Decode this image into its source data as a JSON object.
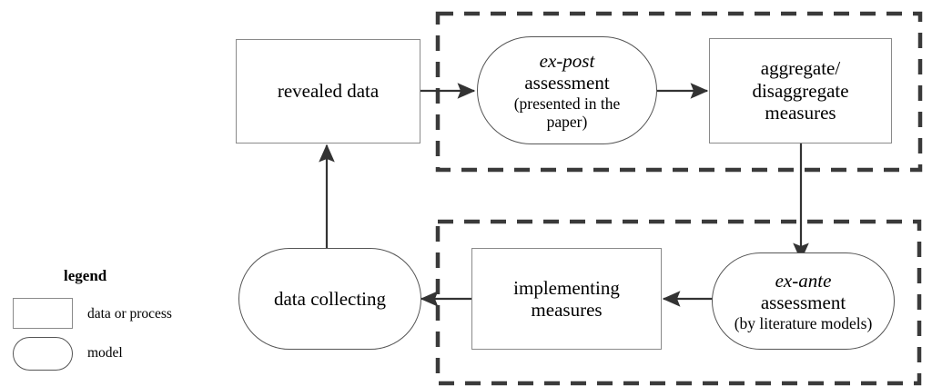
{
  "diagram": {
    "title": "ex-post / ex-ante assessment workflow",
    "colors": {
      "stroke": "#333333",
      "node_border": "#8a8a8a",
      "stadium_border": "#555555",
      "dashed_border": "#3a3a3a",
      "background": "#ffffff",
      "text": "#000000"
    },
    "nodes": {
      "revealed_data": {
        "label": "revealed data",
        "shape": "rectangle",
        "type": "data or process"
      },
      "ex_post": {
        "line1": "ex-post",
        "line2": "assessment",
        "line3": "(presented in the",
        "line4": "paper)",
        "shape": "stadium",
        "type": "model"
      },
      "aggregate_measures": {
        "line1": "aggregate/",
        "line2": "disaggregate",
        "line3": "measures",
        "shape": "rectangle",
        "type": "data or process"
      },
      "ex_ante": {
        "line1": "ex-ante",
        "line2": "assessment",
        "line3": "(by literature models)",
        "shape": "stadium",
        "type": "model"
      },
      "implementing_measures": {
        "line1": "implementing",
        "line2": "measures",
        "shape": "rectangle",
        "type": "data or process"
      },
      "data_collecting": {
        "label": "data collecting",
        "shape": "stadium",
        "type": "model"
      }
    },
    "groups": [
      {
        "name": "ex-post-group",
        "style": "dashed"
      },
      {
        "name": "ex-ante-group",
        "style": "dashed"
      }
    ],
    "edges": [
      {
        "from": "revealed data",
        "to": "ex-post assessment",
        "direction": "right"
      },
      {
        "from": "ex-post assessment",
        "to": "aggregate/disaggregate measures",
        "direction": "right"
      },
      {
        "from": "aggregate/disaggregate measures",
        "to": "ex-ante assessment",
        "direction": "down"
      },
      {
        "from": "ex-ante assessment",
        "to": "implementing measures",
        "direction": "left"
      },
      {
        "from": "implementing measures",
        "to": "data collecting",
        "direction": "left"
      },
      {
        "from": "data collecting",
        "to": "revealed data",
        "direction": "up"
      }
    ]
  },
  "legend": {
    "title": "legend",
    "items": [
      {
        "shape": "rectangle",
        "label": "data or process"
      },
      {
        "shape": "stadium",
        "label": "model"
      }
    ]
  }
}
